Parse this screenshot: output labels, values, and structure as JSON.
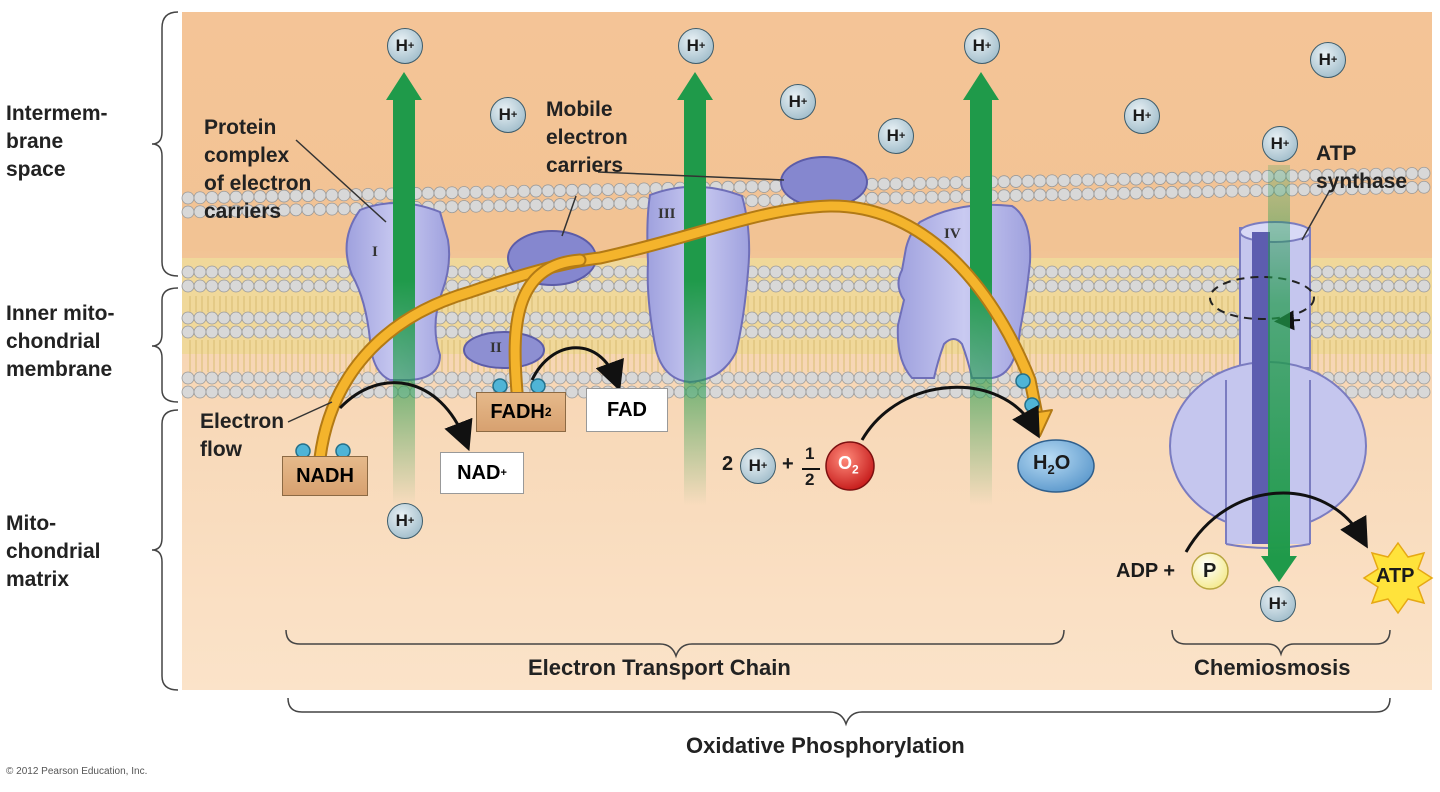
{
  "regions": {
    "intermembrane": "Intermem-\nbrane\nspace",
    "inner_membrane": "Inner mito-\nchondrial\nmembrane",
    "matrix": "Mito-\nchondrial\nmatrix"
  },
  "callouts": {
    "protein_complex": "Protein\ncomplex\nof electron\ncarriers",
    "mobile_carriers": "Mobile\nelectron\ncarriers",
    "atp_synthase": "ATP\nsynthase",
    "electron_flow": "Electron\nflow"
  },
  "complexes": {
    "c1": "I",
    "c2": "II",
    "c3": "III",
    "c4": "IV"
  },
  "molecules": {
    "nadh": "NADH",
    "nad_base": "NAD",
    "nad_sup": "+",
    "fadh_base": "FADH",
    "fadh_sub": "2",
    "fad": "FAD",
    "h_base": "H",
    "h_sup": "+",
    "h2o_h": "H",
    "h2o_sub": "2",
    "h2o_o": "O",
    "o2_base": "O",
    "o2_sub": "2",
    "coef_2": "2",
    "plus": "+",
    "half_num": "1",
    "half_den": "2",
    "adp_plus": "ADP +",
    "p": "P",
    "atp": "ATP"
  },
  "bottom_labels": {
    "etc": "Electron Transport Chain",
    "chemiosmosis": "Chemiosmosis",
    "oxphos": "Oxidative Phosphorylation"
  },
  "copyright": "© 2012 Pearson Education, Inc.",
  "colors": {
    "intermembrane_bg": "#f4c497",
    "matrix_bg": "#fbe1c5",
    "membrane_core": "#f0d89a",
    "lipid_head": "#d4d4d4",
    "protein": "#b3b4e6",
    "protein_dark": "#6f6fb8",
    "proton_arrow": "#1f9a4a",
    "electron_flow": "#f2b12c",
    "oxygen": "#d72828",
    "water": "#74acd8",
    "atp_star": "#ffe23b"
  }
}
